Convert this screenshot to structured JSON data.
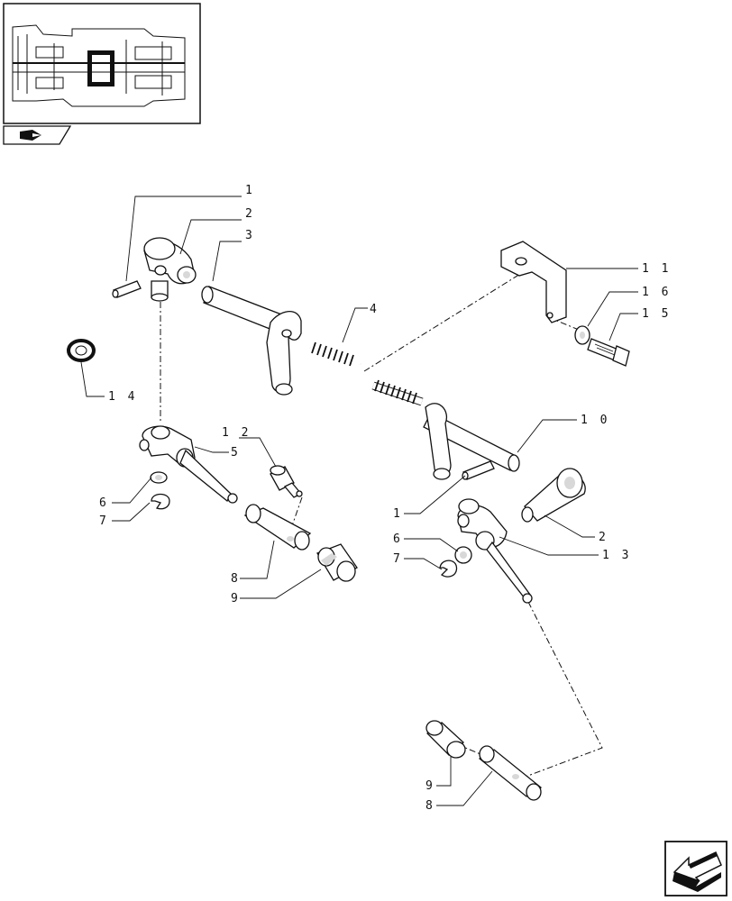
{
  "diagram": {
    "callouts": [
      {
        "id": "c1a",
        "text": "1"
      },
      {
        "id": "c2a",
        "text": "2"
      },
      {
        "id": "c3",
        "text": "3"
      },
      {
        "id": "c4",
        "text": "4"
      },
      {
        "id": "c11",
        "text": "1 1"
      },
      {
        "id": "c16",
        "text": "1 6"
      },
      {
        "id": "c15",
        "text": "1 5"
      },
      {
        "id": "c14",
        "text": "1 4"
      },
      {
        "id": "c12",
        "text": "1 2"
      },
      {
        "id": "c5",
        "text": "5"
      },
      {
        "id": "c10",
        "text": "1 0"
      },
      {
        "id": "c6a",
        "text": "6"
      },
      {
        "id": "c7a",
        "text": "7"
      },
      {
        "id": "c1b",
        "text": "1"
      },
      {
        "id": "c2b",
        "text": "2"
      },
      {
        "id": "c6b",
        "text": "6"
      },
      {
        "id": "c13",
        "text": "1 3"
      },
      {
        "id": "c7b",
        "text": "7"
      },
      {
        "id": "c8a",
        "text": "8"
      },
      {
        "id": "c9a",
        "text": "9"
      },
      {
        "id": "c9b",
        "text": "9"
      },
      {
        "id": "c8b",
        "text": "8"
      }
    ]
  },
  "icons": {
    "thumbnail": "transmission-section-thumbnail",
    "book": "manual-book-icon",
    "nav": "next-page-arrow-icon"
  }
}
